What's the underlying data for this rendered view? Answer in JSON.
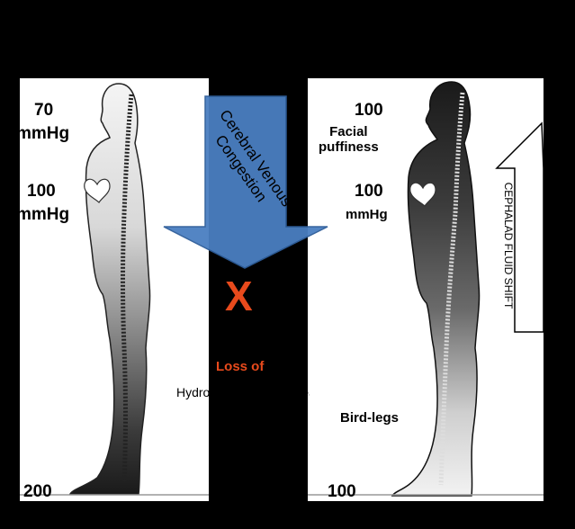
{
  "left_figure": {
    "pressure_top": "70",
    "unit_top": "mmHg",
    "pressure_heart": "100",
    "unit_heart": "mmHg",
    "pressure_feet": "200"
  },
  "right_figure": {
    "pressure_top": "100",
    "note_head": "Facial\npuffiness",
    "pressure_heart": "100",
    "unit_heart": "mmHg",
    "note_legs": "Bird-legs",
    "pressure_feet": "100"
  },
  "down_arrow": {
    "label": "Cerebral Venous Congestion",
    "color": "#4a7fc1"
  },
  "x_mark": {
    "symbol": "X",
    "color": "#e84a1c"
  },
  "loss_label": {
    "line1": "Loss of",
    "line2": "Hydrostatic Gradient Leakage",
    "color": "#e84a1c"
  },
  "up_arrow": {
    "label": "CEPHALAD FLUID SHIFT"
  }
}
